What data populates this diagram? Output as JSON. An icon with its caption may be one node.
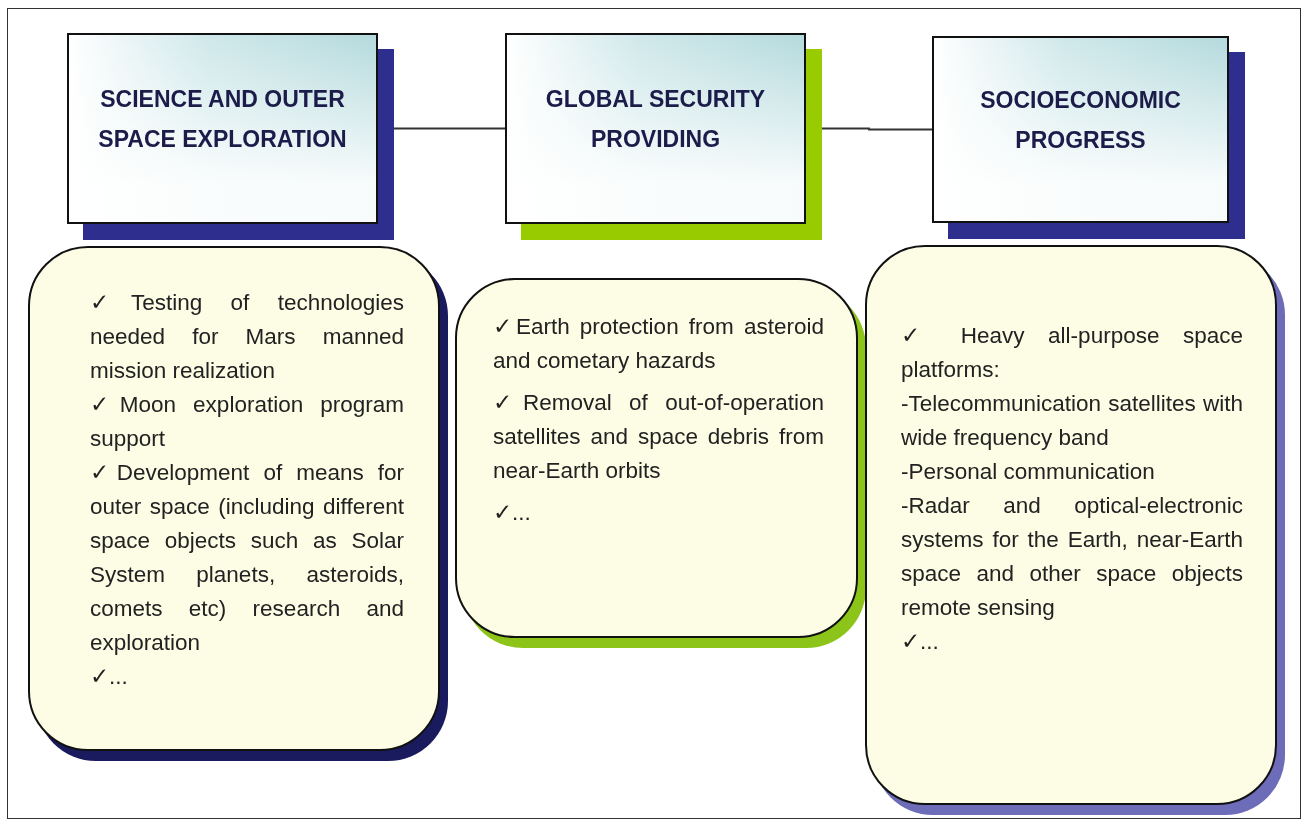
{
  "diagram": {
    "nodes": [
      {
        "text": [
          "SCIENCE AND OUTER SPACE EXPLORATION"
        ]
      },
      {
        "text": [
          "GLOBAL SECURITY PROVIDING"
        ]
      },
      {
        "text": [
          "SOCIOECONOMIC PROGRESS"
        ]
      },
      {
        "text": [
          "✓Testing of technologies needed for Mars manned mission realization",
          "✓Moon exploration program support",
          "✓Development of means for outer space (including different space objects such as Solar System planets, asteroids, comets etc) research and exploration",
          "✓..."
        ]
      },
      {
        "text": [
          "✓Earth protection from asteroid and cometary hazards",
          "✓Removal of out-of-operation satellites and space debris from near-Earth orbits",
          "✓..."
        ]
      },
      {
        "text": [
          "✓ Heavy all-purpose space platforms:",
          "-Telecommunication satellites with wide frequency band",
          "-Personal communication",
          "-Radar and optical-electronic systems for the Earth, near-Earth space and other space objects remote sensing",
          "✓..."
        ]
      }
    ],
    "edges": [
      {
        "from": 0,
        "to": 1,
        "arrow": "none"
      },
      {
        "from": 1,
        "to": 2,
        "arrow": "none"
      }
    ]
  }
}
